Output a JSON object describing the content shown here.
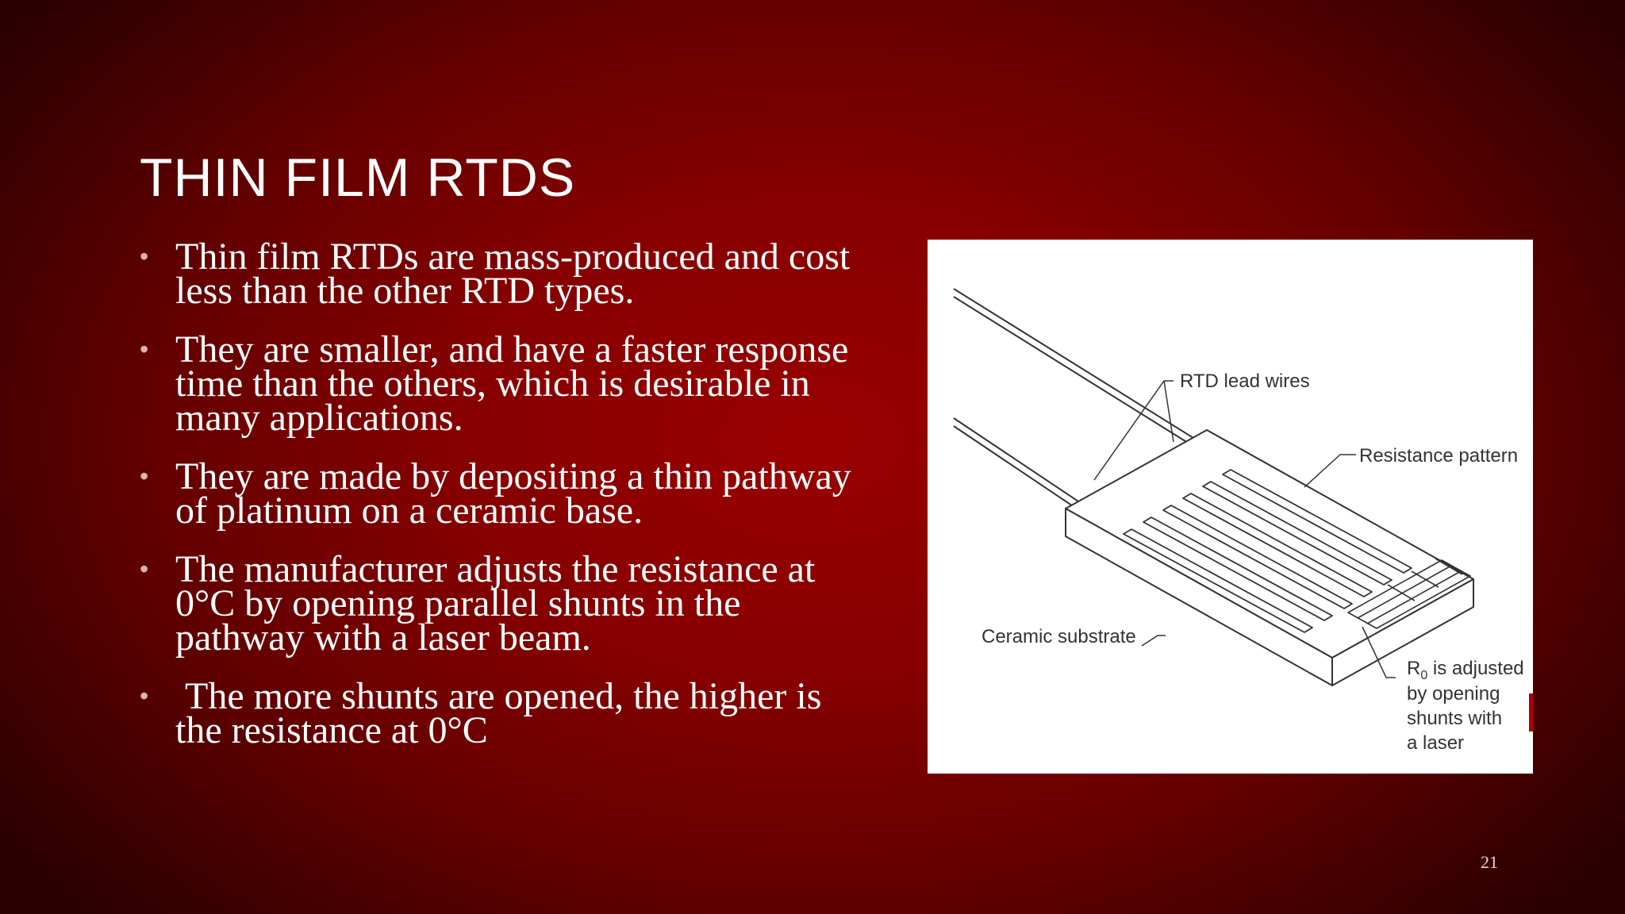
{
  "slide": {
    "title": "THIN FILM RTDS",
    "bullets": [
      "Thin film RTDs are mass-produced and cost less than the other RTD types.",
      "They are smaller, and have a faster response time than the others, which is desirable in many applications.",
      "They are made by depositing a thin pathway of platinum on a ceramic base.",
      "The manufacturer adjusts the resistance at 0°C by opening parallel shunts in the pathway with a laser beam.",
      " The more shunts are opened, the higher is the resistance at 0°C"
    ],
    "page_number": "21"
  },
  "figure": {
    "labels": {
      "lead_wires": "RTD lead wires",
      "resistance_pattern": "Resistance pattern",
      "ceramic_substrate": "Ceramic substrate",
      "r0_symbol": "R",
      "r0_subscript": "0",
      "r0_line1_rest": " is adjusted",
      "r0_line2": "by opening",
      "r0_line3": "shunts with",
      "r0_line4": "a laser"
    }
  },
  "colors": {
    "background": "#8a0000",
    "text": "#ffffff"
  }
}
